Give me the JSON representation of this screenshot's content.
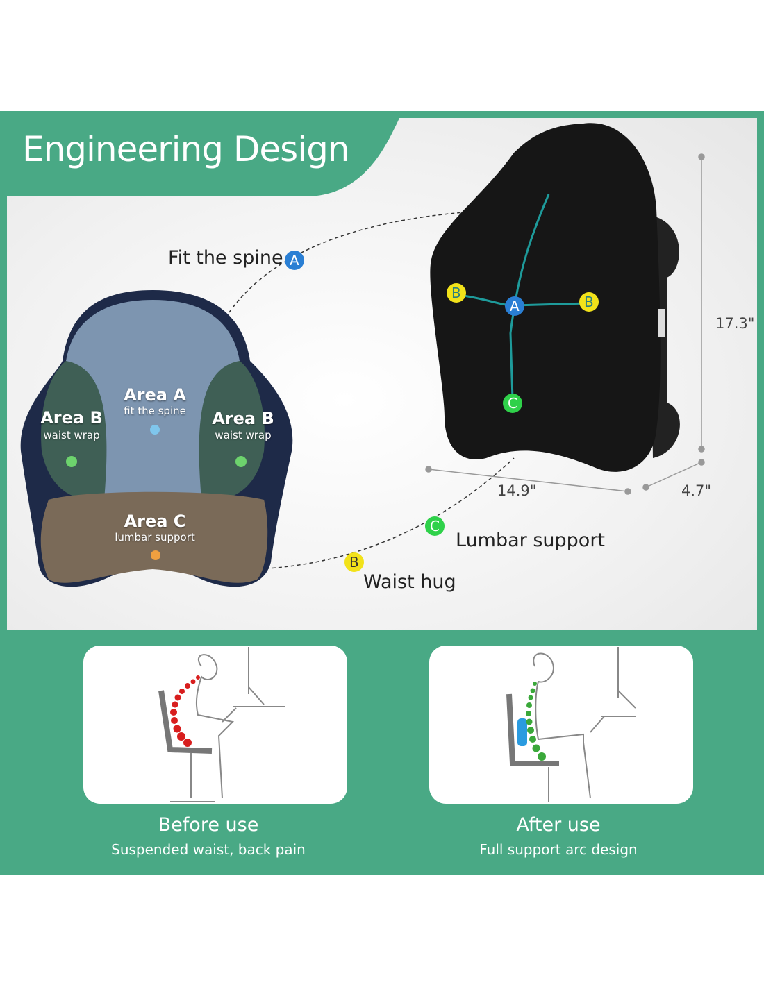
{
  "header": {
    "title": "Engineering Design"
  },
  "callouts": {
    "fit_spine": "Fit the spine",
    "lumbar_support": "Lumbar support",
    "waist_hug": "Waist hug",
    "marker_a": "A",
    "marker_b": "B",
    "marker_c": "C"
  },
  "pillow_areas": {
    "area_a": {
      "title": "Area A",
      "subtitle": "fit the spine"
    },
    "area_b_left": {
      "title": "Area B",
      "subtitle": "waist wrap"
    },
    "area_b_right": {
      "title": "Area B",
      "subtitle": "waist wrap"
    },
    "area_c": {
      "title": "Area C",
      "subtitle": "lumbar support"
    }
  },
  "dimensions": {
    "height": "17.3\"",
    "width": "14.9\"",
    "depth": "4.7\""
  },
  "comparison": [
    {
      "title": "Before use",
      "subtitle": "Suspended waist, back pain"
    },
    {
      "title": "After use",
      "subtitle": "Full support arc design"
    }
  ],
  "colors": {
    "brand_green": "#49a985",
    "marker_a": "#2a7fd4",
    "marker_b": "#f2e21a",
    "marker_c": "#2fd14a",
    "spine_red": "#d81e1e",
    "spine_green": "#3aa83a"
  }
}
